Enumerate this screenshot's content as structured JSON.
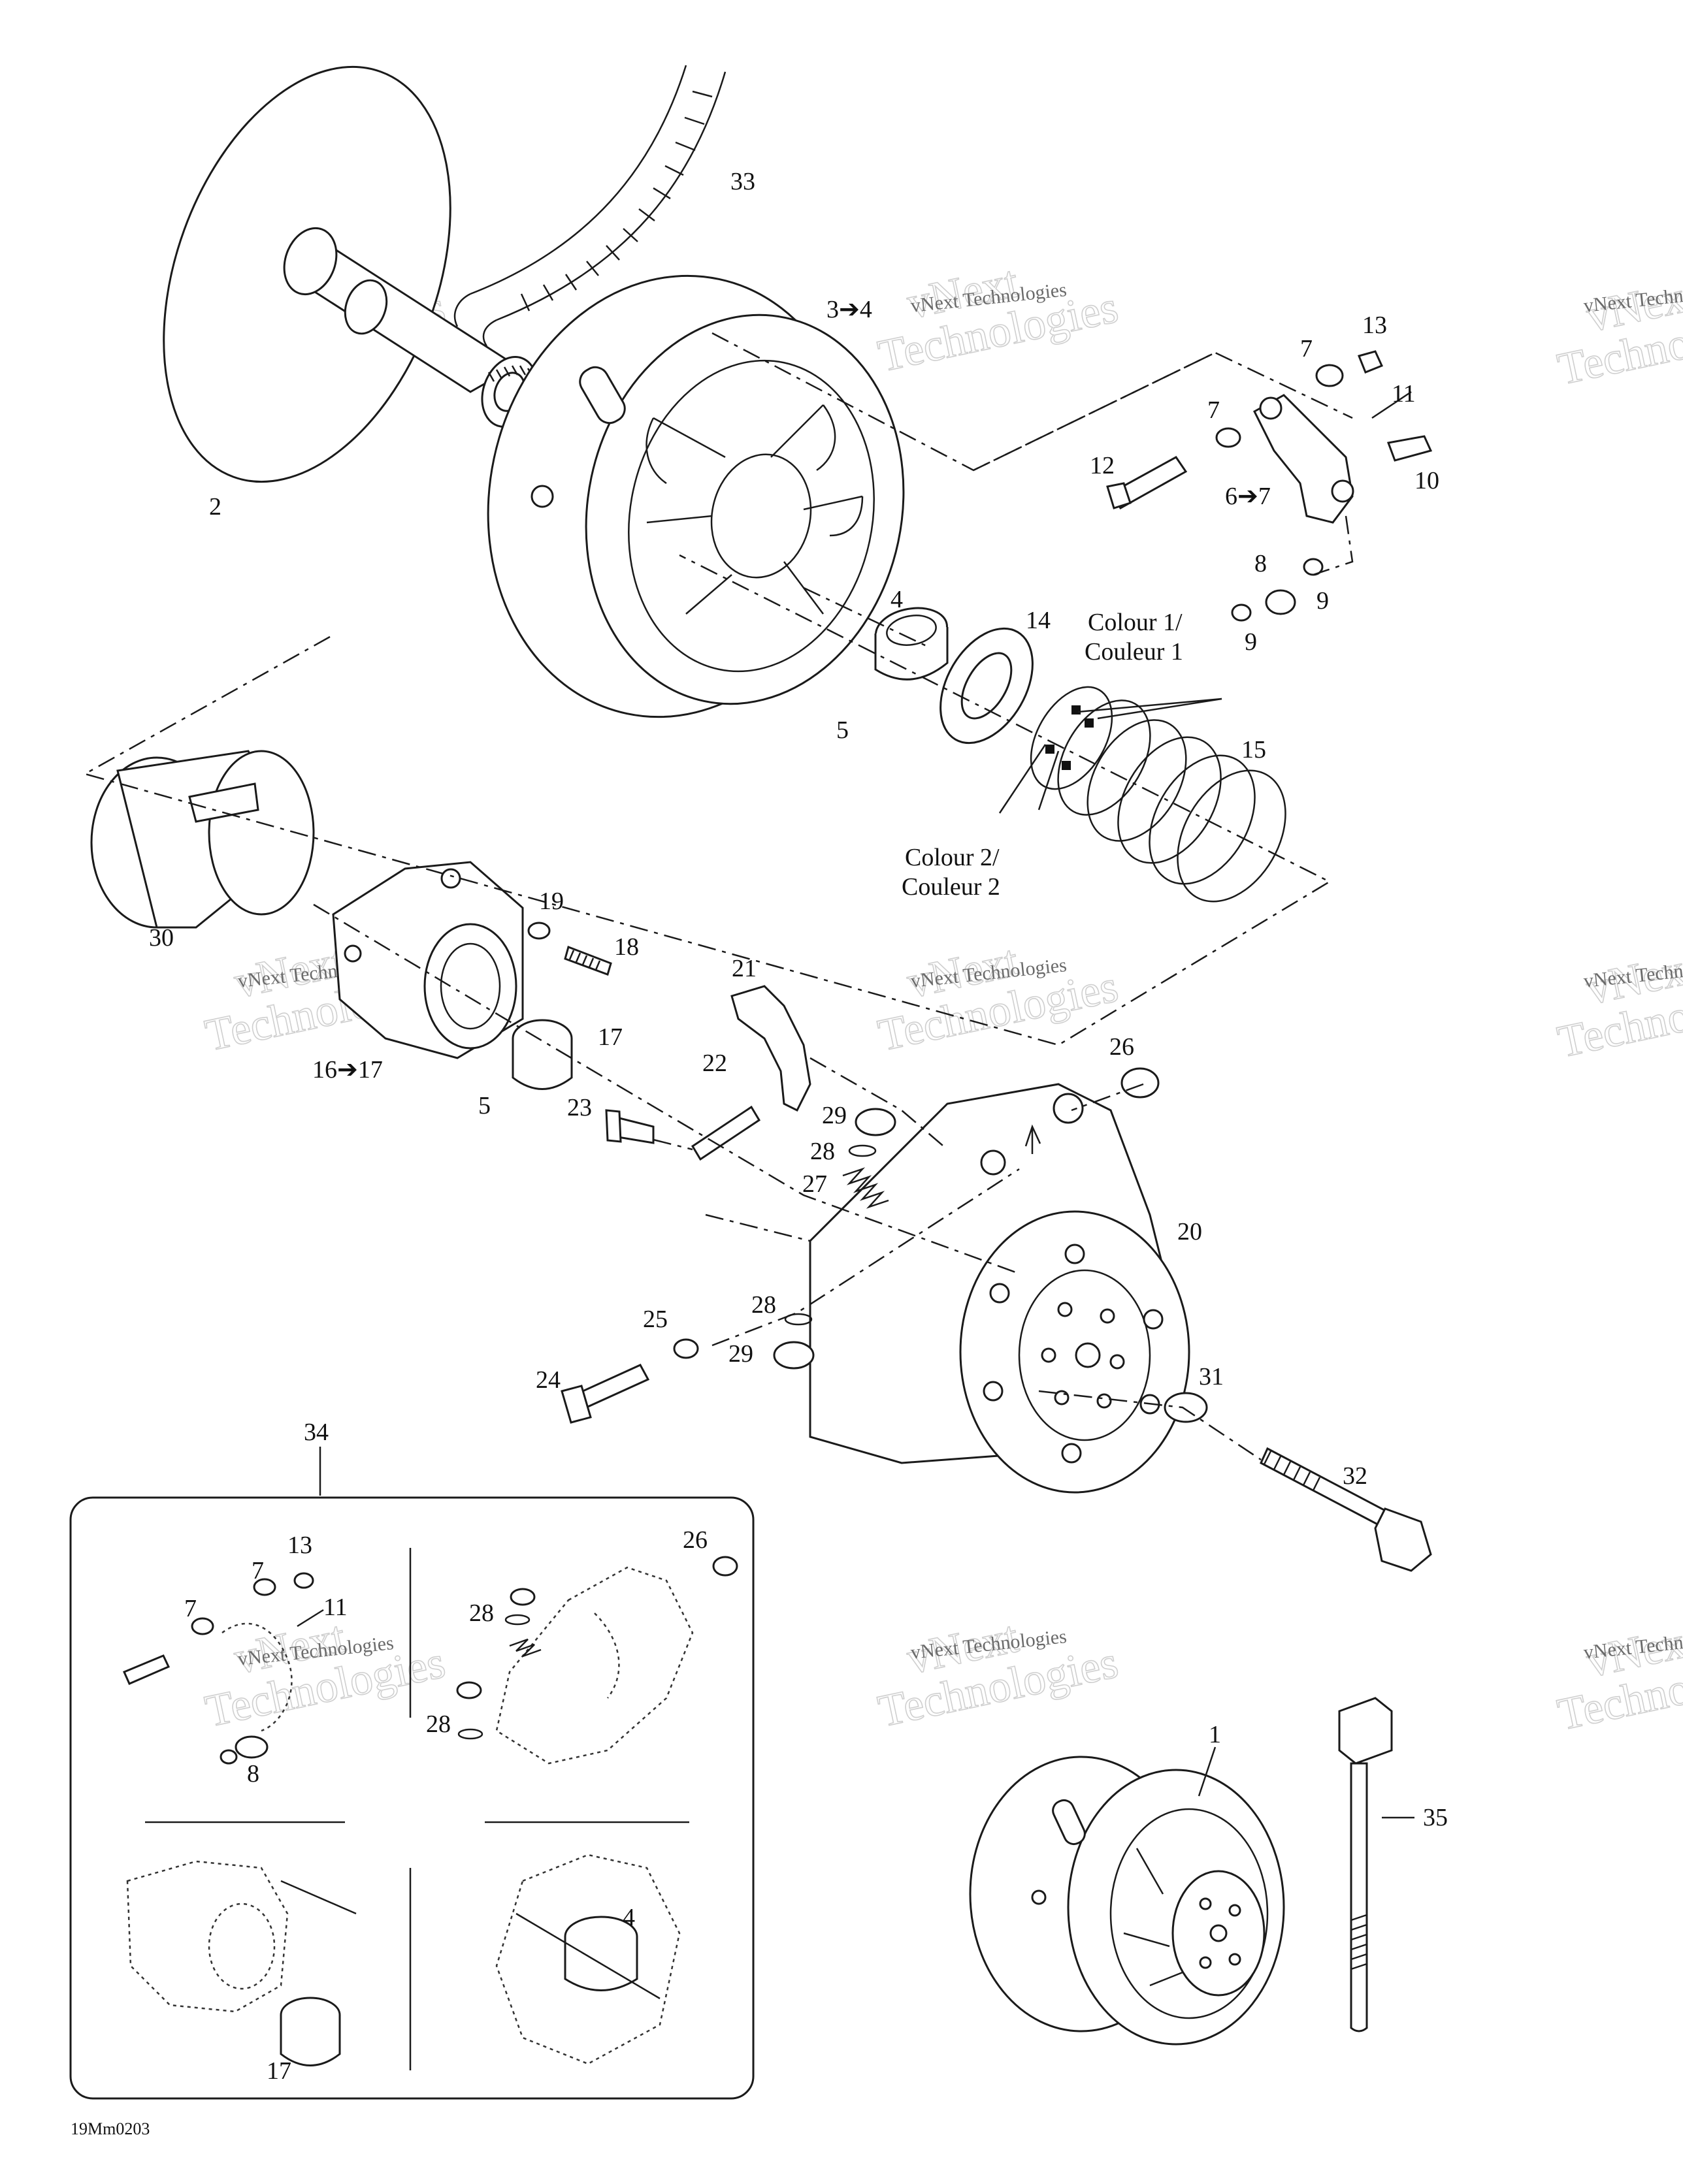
{
  "callouts": {
    "n1": "1",
    "n2": "2",
    "n3to4": "3➔4",
    "n4": "4",
    "n5a": "5",
    "n5b": "5",
    "n6to7": "6➔7",
    "n7a": "7",
    "n7b": "7",
    "n8": "8",
    "n9a": "9",
    "n9b": "9",
    "n10": "10",
    "n11": "11",
    "n12": "12",
    "n13": "13",
    "n14": "14",
    "n15": "15",
    "n16to17": "16➔17",
    "n17": "17",
    "n18": "18",
    "n19": "19",
    "n20": "20",
    "n21": "21",
    "n22": "22",
    "n23": "23",
    "n24": "24",
    "n25": "25",
    "n26": "26",
    "n27": "27",
    "n28a": "28",
    "n28b": "28",
    "n29a": "29",
    "n29b": "29",
    "n30": "30",
    "n31": "31",
    "n32": "32",
    "n33": "33",
    "n34": "34",
    "n35": "35"
  },
  "spring_labels": {
    "colour1_en": "Colour 1/",
    "colour1_fr": "Couleur 1",
    "colour2_en": "Colour 2/",
    "colour2_fr": "Couleur 2"
  },
  "inset_callouts": {
    "i13": "13",
    "i7a": "7",
    "i11": "11",
    "i7b": "7",
    "i8": "8",
    "i26": "26",
    "i28a": "28",
    "i28b": "28",
    "i4": "4",
    "i17": "17"
  },
  "watermark": {
    "line1": "vNext Technologies",
    "outline1": "vNext",
    "outline2": "Technologies"
  },
  "drawing_code": "19Mm0203"
}
